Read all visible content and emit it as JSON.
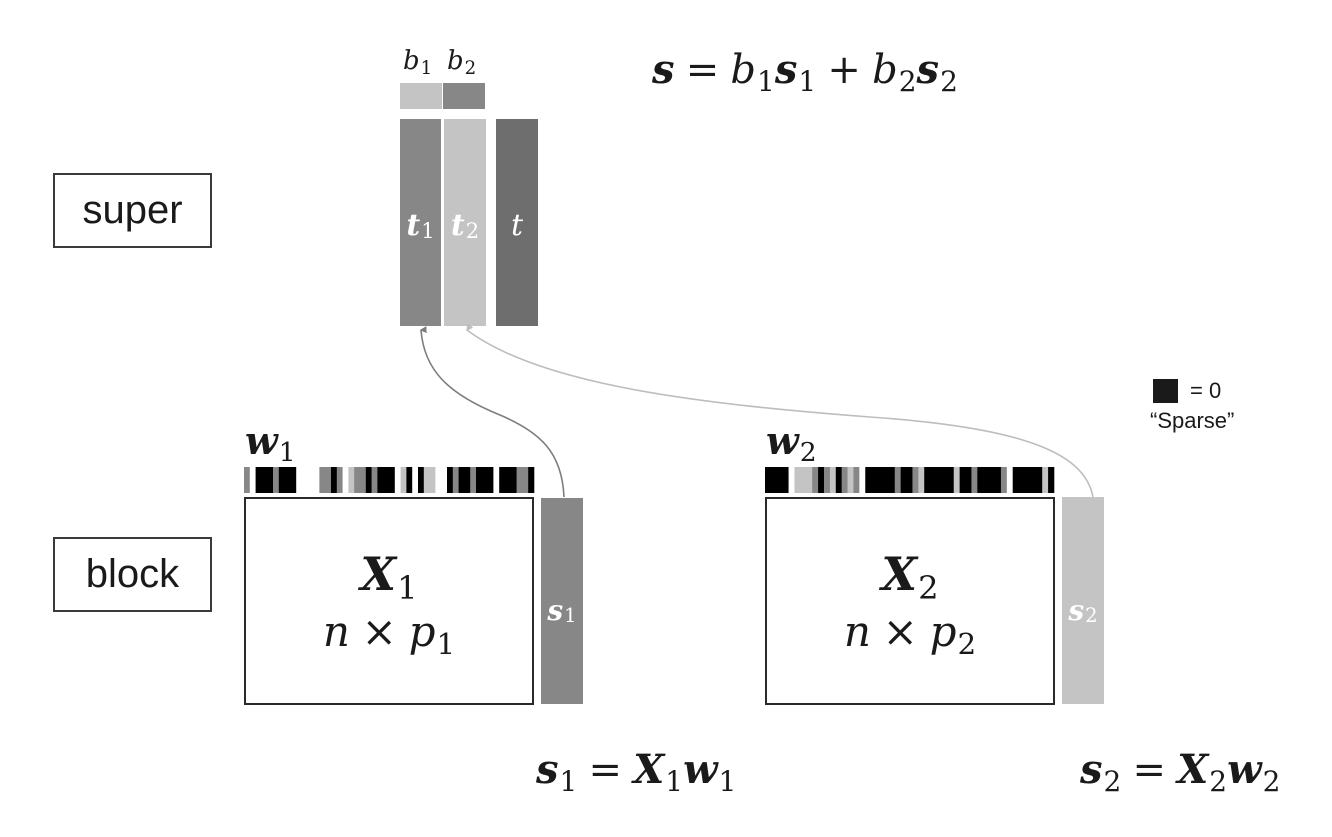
{
  "palette": {
    "zero": "#000000",
    "mid": "#878787",
    "light": "#c4c4c4",
    "dark": "#6e6e6e",
    "blank": "#ffffff",
    "border": "#2a2a2a",
    "curve_dark": "#7d7d7d",
    "curve_light": "#bdbdbd"
  },
  "levels": {
    "super_label": "super",
    "block_label": "block"
  },
  "top_equation": {
    "lhs": "s",
    "eq": "=",
    "b1": "b",
    "b1_sub": "1",
    "s1": "s",
    "s1_sub": "1",
    "plus": "+",
    "b2": "b",
    "b2_sub": "2",
    "s2": "s",
    "s2_sub": "2"
  },
  "super_block": {
    "b1": {
      "name": "b",
      "sub": "1"
    },
    "b2": {
      "name": "b",
      "sub": "2"
    },
    "t1": {
      "name": "t",
      "sub": "1"
    },
    "t2": {
      "name": "t",
      "sub": "2"
    },
    "t": {
      "name": "t"
    }
  },
  "legend": {
    "eq_text": "= 0",
    "caption": "“Sparse”"
  },
  "blocks": [
    {
      "weight_label": "w",
      "weight_sub": "1",
      "matrix": "X",
      "matrix_sub": "1",
      "dim_n": "n",
      "times": "×",
      "dim_p": "p",
      "dim_p_sub": "1",
      "score": "s",
      "score_sub": "1",
      "equation": {
        "lhs": "s",
        "lhs_sub": "1",
        "eq": "=",
        "X": "X",
        "X_sub": "1",
        "w": "w",
        "w_sub": "1"
      },
      "weight_cells": [
        {
          "v": "mid",
          "n": 1
        },
        {
          "v": "blank",
          "n": 1
        },
        {
          "v": "zero",
          "n": 3
        },
        {
          "v": "mid",
          "n": 1
        },
        {
          "v": "zero",
          "n": 3
        },
        {
          "v": "blank",
          "n": 4
        },
        {
          "v": "mid",
          "n": 2
        },
        {
          "v": "zero",
          "n": 1
        },
        {
          "v": "mid",
          "n": 1
        },
        {
          "v": "blank",
          "n": 1
        },
        {
          "v": "light",
          "n": 1
        },
        {
          "v": "mid",
          "n": 2
        },
        {
          "v": "zero",
          "n": 1
        },
        {
          "v": "mid",
          "n": 1
        },
        {
          "v": "zero",
          "n": 3
        },
        {
          "v": "blank",
          "n": 1
        },
        {
          "v": "light",
          "n": 1
        },
        {
          "v": "zero",
          "n": 1
        },
        {
          "v": "blank",
          "n": 1
        },
        {
          "v": "zero",
          "n": 1
        },
        {
          "v": "light",
          "n": 2
        },
        {
          "v": "blank",
          "n": 2
        },
        {
          "v": "zero",
          "n": 1
        },
        {
          "v": "mid",
          "n": 1
        },
        {
          "v": "zero",
          "n": 2
        },
        {
          "v": "mid",
          "n": 1
        },
        {
          "v": "zero",
          "n": 3
        },
        {
          "v": "blank",
          "n": 1
        },
        {
          "v": "zero",
          "n": 3
        },
        {
          "v": "mid",
          "n": 2
        },
        {
          "v": "zero",
          "n": 1
        }
      ]
    },
    {
      "weight_label": "w",
      "weight_sub": "2",
      "matrix": "X",
      "matrix_sub": "2",
      "dim_n": "n",
      "times": "×",
      "dim_p": "p",
      "dim_p_sub": "2",
      "score": "s",
      "score_sub": "2",
      "equation": {
        "lhs": "s",
        "lhs_sub": "2",
        "eq": "=",
        "X": "X",
        "X_sub": "2",
        "w": "w",
        "w_sub": "2"
      },
      "weight_cells": [
        {
          "v": "zero",
          "n": 4
        },
        {
          "v": "blank",
          "n": 1
        },
        {
          "v": "light",
          "n": 3
        },
        {
          "v": "mid",
          "n": 1
        },
        {
          "v": "zero",
          "n": 1
        },
        {
          "v": "mid",
          "n": 1
        },
        {
          "v": "light",
          "n": 1
        },
        {
          "v": "zero",
          "n": 1
        },
        {
          "v": "mid",
          "n": 1
        },
        {
          "v": "light",
          "n": 1
        },
        {
          "v": "mid",
          "n": 1
        },
        {
          "v": "blank",
          "n": 1
        },
        {
          "v": "zero",
          "n": 5
        },
        {
          "v": "mid",
          "n": 1
        },
        {
          "v": "zero",
          "n": 2
        },
        {
          "v": "mid",
          "n": 1
        },
        {
          "v": "light",
          "n": 1
        },
        {
          "v": "zero",
          "n": 5
        },
        {
          "v": "light",
          "n": 1
        },
        {
          "v": "zero",
          "n": 2
        },
        {
          "v": "mid",
          "n": 1
        },
        {
          "v": "zero",
          "n": 4
        },
        {
          "v": "mid",
          "n": 1
        },
        {
          "v": "blank",
          "n": 1
        },
        {
          "v": "zero",
          "n": 5
        },
        {
          "v": "light",
          "n": 1
        },
        {
          "v": "zero",
          "n": 1
        }
      ]
    }
  ]
}
